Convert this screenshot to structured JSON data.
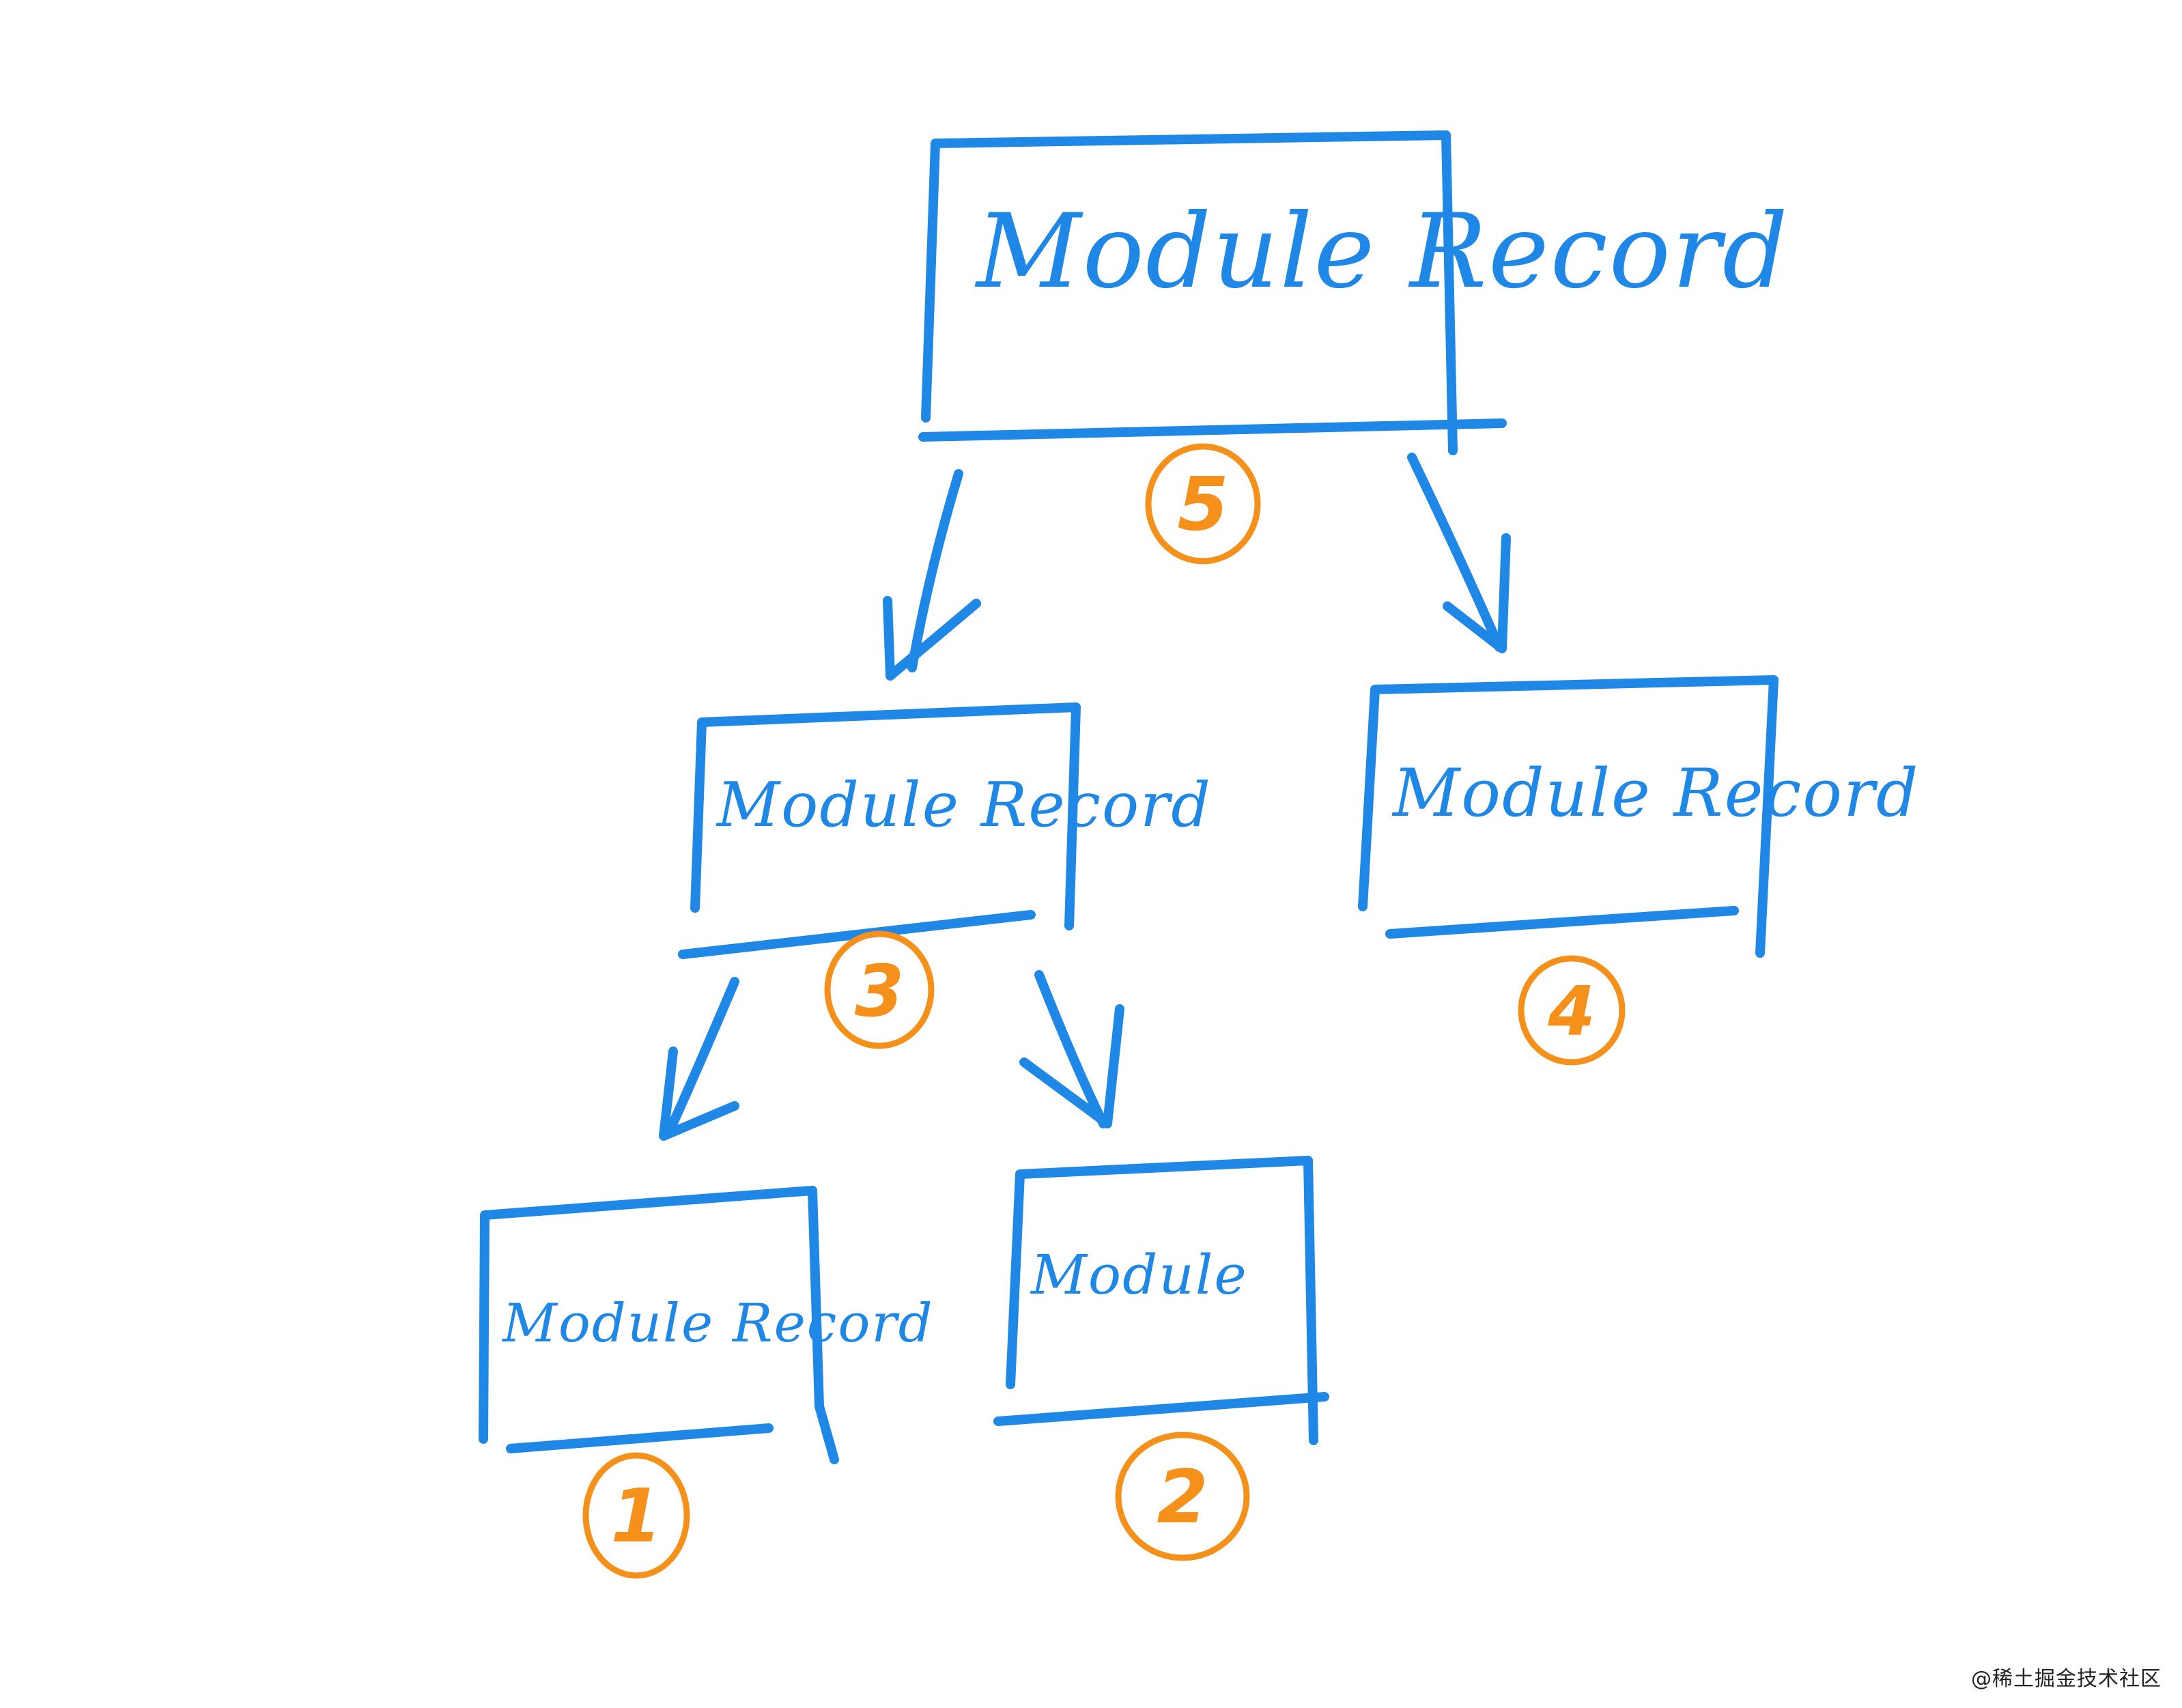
{
  "colors": {
    "box": "#1f87e6",
    "arrow": "#1f87e6",
    "badge": "#f5901a",
    "background": "#ffffff",
    "watermark": "#222222"
  },
  "nodes": [
    {
      "id": "root",
      "label": "Module Record",
      "order": "5"
    },
    {
      "id": "mid-left",
      "label": "Module Record",
      "order": "3"
    },
    {
      "id": "mid-right",
      "label": "Module Record",
      "order": "4"
    },
    {
      "id": "leaf-left",
      "label": "Module Record",
      "order": "1"
    },
    {
      "id": "leaf-right",
      "label": "Module",
      "order": "2"
    }
  ],
  "edges": [
    {
      "from": "root",
      "to": "mid-left"
    },
    {
      "from": "root",
      "to": "mid-right"
    },
    {
      "from": "mid-left",
      "to": "leaf-left"
    },
    {
      "from": "mid-left",
      "to": "leaf-right"
    }
  ],
  "watermark": "@稀土掘金技术社区"
}
